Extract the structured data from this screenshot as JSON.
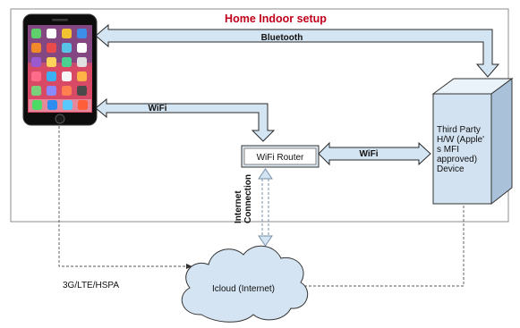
{
  "title": "Home Indoor setup",
  "links": {
    "bluetooth": "Bluetooth",
    "wifi_phone": "WiFi",
    "wifi_device": "WiFi",
    "internet": [
      "Internet",
      "Connection"
    ],
    "cellular": "3G/LTE/HSPA"
  },
  "nodes": {
    "router": "WiFi Router",
    "device": [
      "Third Party",
      "H/W (Apple'",
      "s MFI",
      "approved)",
      "Device"
    ],
    "cloud": "Icloud (Internet)"
  },
  "colors": {
    "title": "#c0001a",
    "arrow_fill": "#d3e4f2",
    "arrow_stroke": "#2a2a2a",
    "device_front": "#d2e2f1",
    "device_top": "#eaf2fa",
    "device_side": "#a9c2da",
    "cloud_fill": "#d4e4f2"
  },
  "icons": [
    "smartphone-icon"
  ]
}
